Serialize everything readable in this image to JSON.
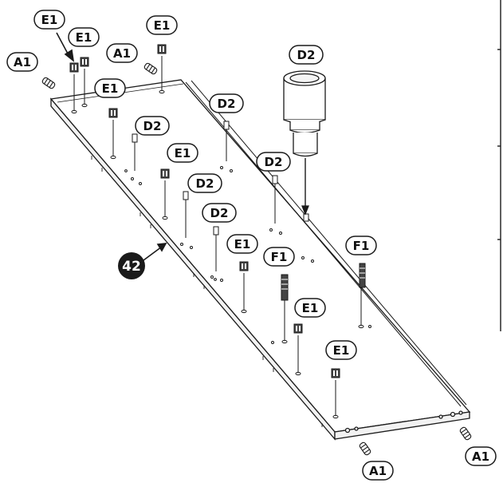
{
  "part_number": "42",
  "parts": {
    "a1": "A1",
    "d2": "D2",
    "e1": "E1",
    "f1": "F1"
  }
}
